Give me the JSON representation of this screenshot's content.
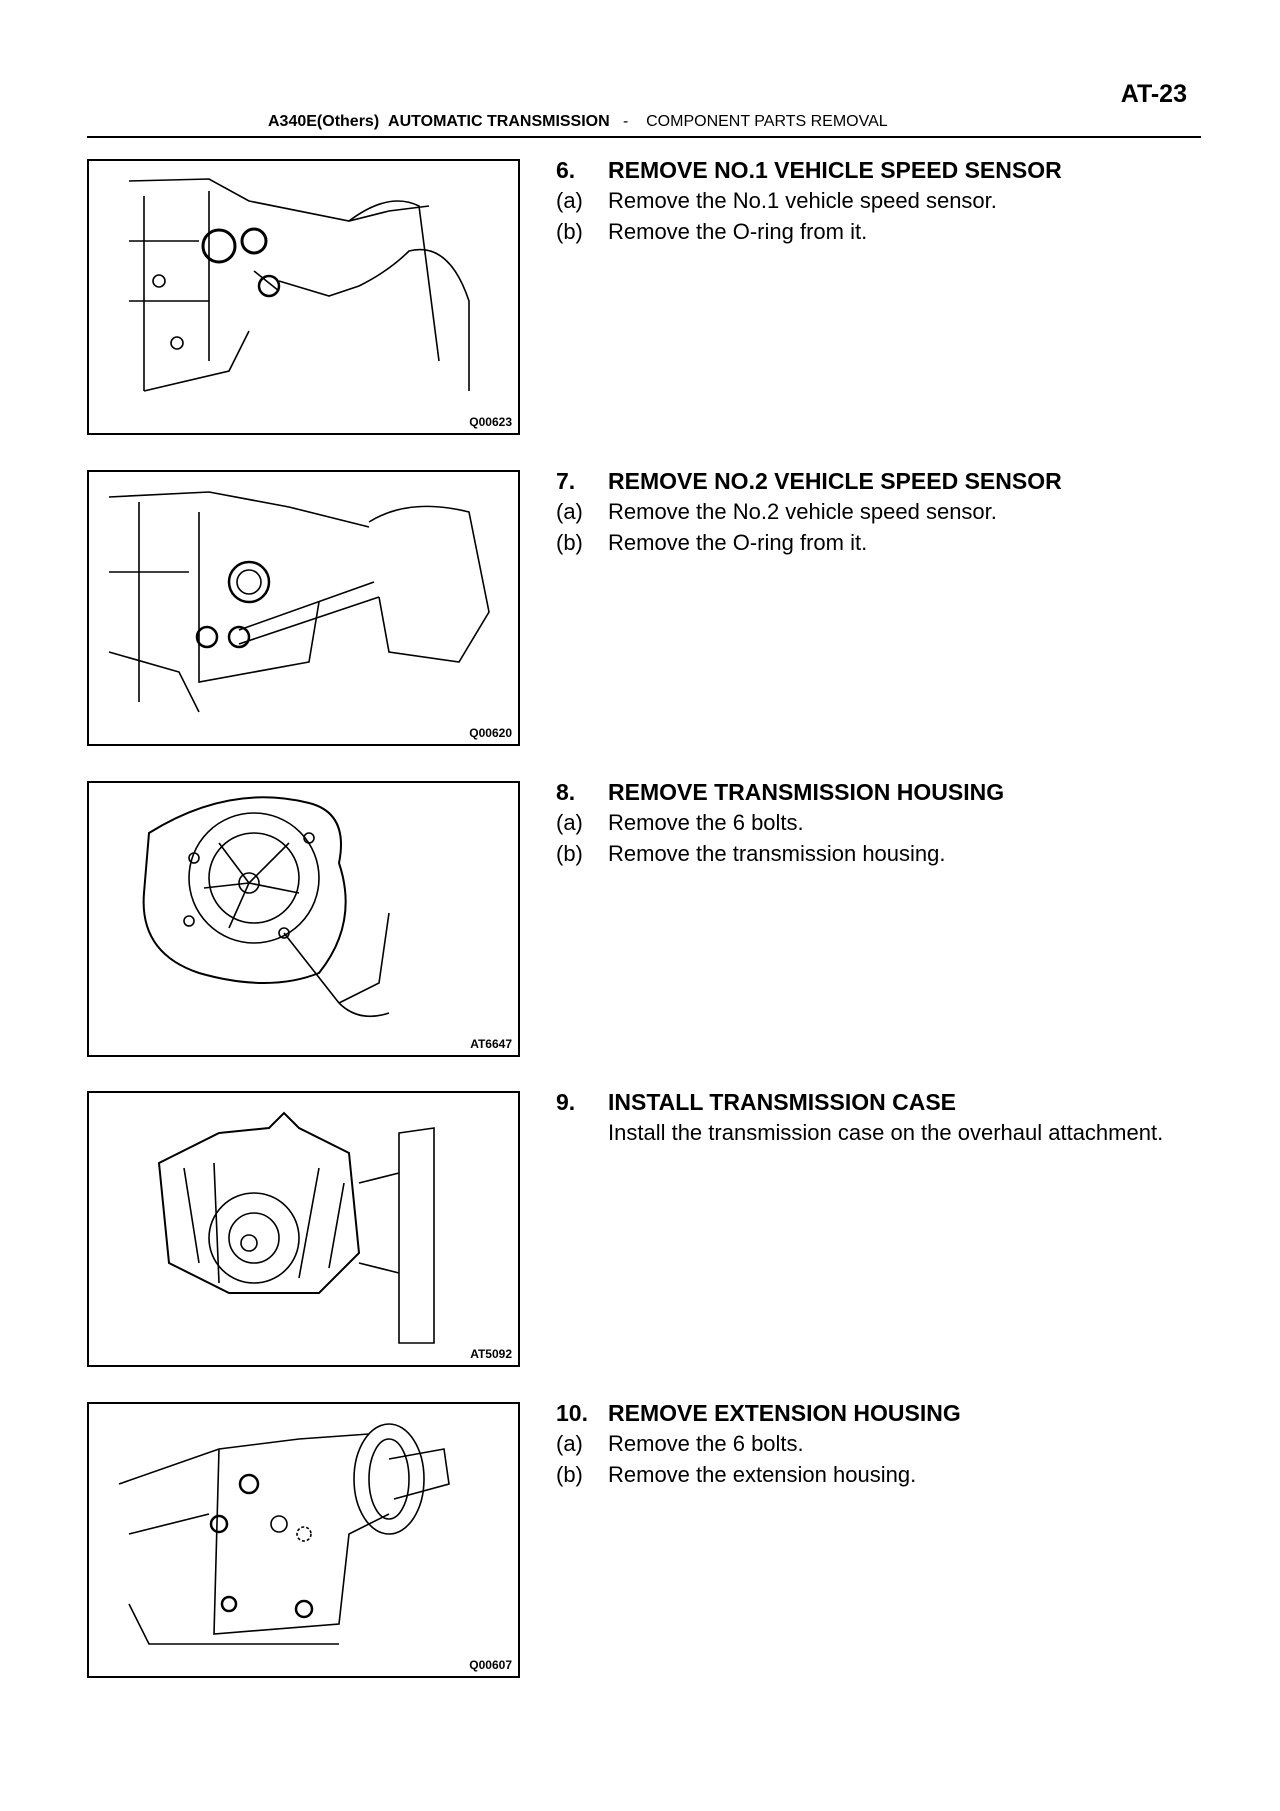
{
  "header": {
    "page_number": "AT-23",
    "model": "A340E(Others)",
    "section": "AUTOMATIC TRANSMISSION",
    "separator": "-",
    "subsection": "COMPONENT PARTS REMOVAL"
  },
  "steps": [
    {
      "num": "6.",
      "title": "REMOVE NO.1 VEHICLE SPEED SENSOR",
      "figure": "Q00623",
      "lines": [
        {
          "label": "(a)",
          "text": "Remove the No.1 vehicle speed sensor."
        },
        {
          "label": "(b)",
          "text": "Remove the O-ring from it."
        }
      ]
    },
    {
      "num": "7.",
      "title": "REMOVE NO.2 VEHICLE SPEED SENSOR",
      "figure": "Q00620",
      "lines": [
        {
          "label": "(a)",
          "text": "Remove the No.2 vehicle speed sensor."
        },
        {
          "label": "(b)",
          "text": "Remove the O-ring from it."
        }
      ]
    },
    {
      "num": "8.",
      "title": "REMOVE TRANSMISSION HOUSING",
      "figure": "AT6647",
      "lines": [
        {
          "label": "(a)",
          "text": "Remove the 6 bolts."
        },
        {
          "label": "(b)",
          "text": "Remove the transmission housing."
        }
      ]
    },
    {
      "num": "9.",
      "title": "INSTALL TRANSMISSION CASE",
      "figure": "AT5092",
      "lines": [
        {
          "label": "",
          "text": "Install the transmission case on the overhaul attachment."
        }
      ]
    },
    {
      "num": "10.",
      "title": "REMOVE EXTENSION HOUSING",
      "figure": "Q00607",
      "lines": [
        {
          "label": "(a)",
          "text": "Remove the 6 bolts."
        },
        {
          "label": "(b)",
          "text": "Remove the extension housing."
        }
      ]
    }
  ]
}
